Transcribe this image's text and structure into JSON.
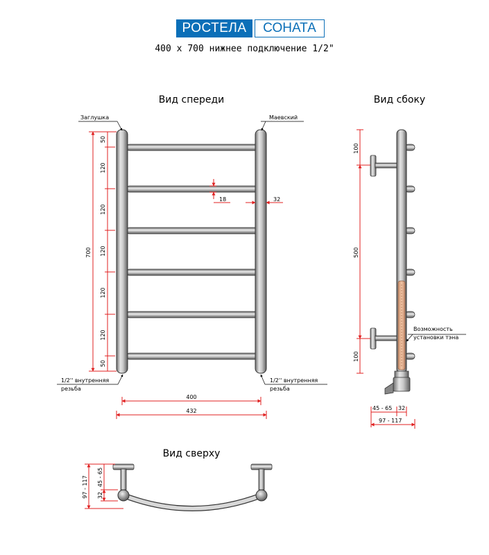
{
  "header": {
    "brand": "РОСТЕЛА",
    "model": "СОНАТА",
    "subtitle": "400 х 700 нижнее подключение 1/2\""
  },
  "colors": {
    "brand_blue": "#0b6fb8",
    "dimension_red": "#e02020",
    "heater": "#e8b08a"
  },
  "front_view": {
    "title": "Вид спереди",
    "label_plug": "Заглушка",
    "label_mayevsky": "Маевский",
    "label_thread_left_1": "1/2'' внутренняя",
    "label_thread_left_2": "резьба",
    "label_thread_right_1": "1/2'' внутренняя",
    "label_thread_right_2": "резьба",
    "dims": {
      "total_height": "700",
      "seg_top": "50",
      "seg_1": "120",
      "seg_2": "120",
      "seg_3": "120",
      "seg_4": "120",
      "seg_5": "120",
      "seg_bottom": "50",
      "rung_diameter": "18",
      "post_diameter": "32",
      "center_width": "400",
      "total_width": "432"
    }
  },
  "side_view": {
    "title": "Вид сбоку",
    "heater_label_1": "Возможность",
    "heater_label_2": "установки тэна",
    "dims": {
      "top": "100",
      "middle": "500",
      "bottom": "100",
      "wall_offset": "45 - 65",
      "post": "32",
      "depth": "97 - 117"
    }
  },
  "top_view": {
    "title": "Вид сверху",
    "dims": {
      "depth": "97 - 117",
      "post": "32",
      "wall_offset": "45 - 65"
    }
  }
}
